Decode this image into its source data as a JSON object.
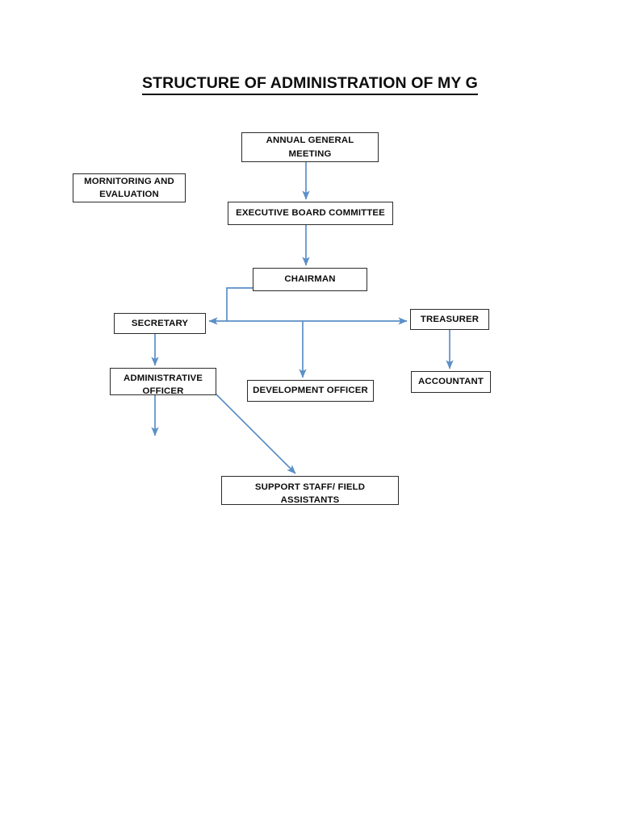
{
  "document": {
    "title": "STRUCTURE OF ADMINISTRATION OF MY G",
    "page_background": "#ffffff"
  },
  "theme": {
    "box_border_color": "#2b2b2b",
    "box_fill_color": "#ffffff",
    "text_color": "#0d0d0d",
    "connector_color": "#5b8fc7"
  },
  "chart_data": {
    "type": "diagram",
    "diagram_kind": "organizational-chart",
    "title": "STRUCTURE OF ADMINISTRATION OF MY G",
    "nodes": [
      {
        "id": "agm",
        "label": "ANNUAL GENERAL MEETING",
        "lines": [
          "ANNUAL GENERAL",
          "MEETING"
        ]
      },
      {
        "id": "monitoring",
        "label": "MORNITORING AND EVALUATION",
        "lines": [
          "MORNITORING AND",
          "EVALUATION"
        ]
      },
      {
        "id": "exec",
        "label": "EXECUTIVE BOARD COMMITTEE",
        "lines": [
          "EXECUTIVE BOARD COMMITTEE"
        ]
      },
      {
        "id": "chairman",
        "label": "CHAIRMAN",
        "lines": [
          "CHAIRMAN"
        ]
      },
      {
        "id": "secretary",
        "label": "SECRETARY",
        "lines": [
          "SECRETARY"
        ]
      },
      {
        "id": "treasurer",
        "label": "TREASURER",
        "lines": [
          "TREASURER"
        ]
      },
      {
        "id": "admin",
        "label": "ADMINISTRATIVE OFFICER",
        "lines": [
          "ADMINISTRATIVE",
          "OFFICER"
        ]
      },
      {
        "id": "development",
        "label": "DEVELOPMENT OFFICER",
        "lines": [
          "DEVELOPMENT OFFICER"
        ]
      },
      {
        "id": "accountant",
        "label": "ACCOUNTANT",
        "lines": [
          "ACCOUNTANT"
        ]
      },
      {
        "id": "support",
        "label": "SUPPORT STAFF/ FIELD ASSISTANTS",
        "lines": [
          "SUPPORT STAFF/ FIELD ASSISTANTS"
        ]
      }
    ],
    "edges": [
      {
        "from": "agm",
        "to": "exec",
        "style": "straight-vertical",
        "arrow": true
      },
      {
        "from": "exec",
        "to": "chairman",
        "style": "straight-vertical",
        "arrow": true
      },
      {
        "from": "chairman",
        "to": "secretary",
        "style": "elbow-left-bus",
        "arrow": true
      },
      {
        "from": "chairman",
        "to": "treasurer",
        "style": "elbow-bus-right",
        "arrow": true
      },
      {
        "from": "chairman",
        "to": "development",
        "style": "bus-drop",
        "arrow": true
      },
      {
        "from": "secretary",
        "to": "admin",
        "style": "straight-vertical",
        "arrow": true
      },
      {
        "from": "treasurer",
        "to": "accountant",
        "style": "straight-vertical",
        "arrow": true
      },
      {
        "from": "admin",
        "to": null,
        "style": "dangling-vertical",
        "arrow": true
      },
      {
        "from": "admin",
        "to": "support",
        "style": "diagonal",
        "arrow": true
      }
    ]
  }
}
